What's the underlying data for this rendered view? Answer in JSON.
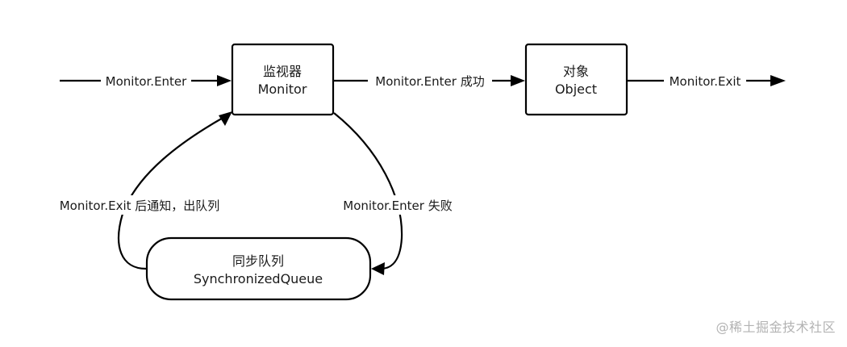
{
  "nodes": {
    "monitor": {
      "title": "监视器",
      "subtitle": "Monitor"
    },
    "object": {
      "title": "对象",
      "subtitle": "Object"
    },
    "queue": {
      "title": "同步队列",
      "subtitle": "SynchronizedQueue"
    }
  },
  "edges": {
    "enter": "Monitor.Enter",
    "enter_success": "Monitor.Enter 成功",
    "exit": "Monitor.Exit",
    "enter_fail": "Monitor.Enter 失败",
    "exit_notify": "Monitor.Exit 后通知，出队列"
  },
  "watermark": "@稀土掘金技术社区",
  "colors": {
    "line": "#000000",
    "text": "#1a1a1a",
    "watermark": "#b3b3b3",
    "background": "#ffffff"
  }
}
